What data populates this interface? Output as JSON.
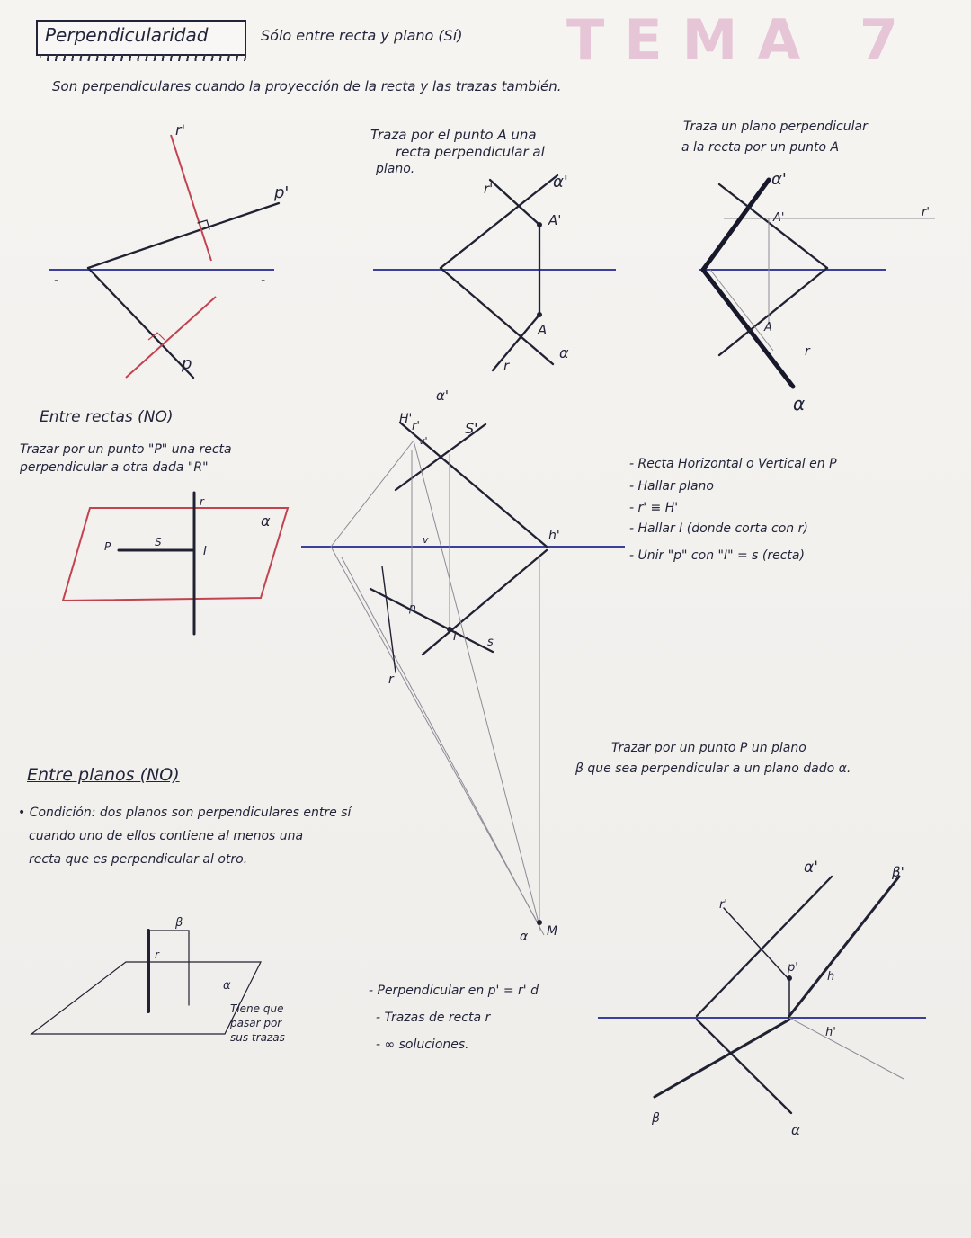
{
  "title": "Perpendicularidad",
  "watermark": "TEMA 7",
  "header_note": "Sólo entre recta y plano (Sí)",
  "intro": "Son perpendiculares cuando la proyección de la recta y las trazas también.",
  "top_middle": {
    "line1": "Traza por el punto A una",
    "line2": "recta perpendicular al",
    "line3": "plano."
  },
  "top_right": {
    "line1": "Traza un plano perpendicular",
    "line2": "a la recta por un punto A"
  },
  "rectas": {
    "heading": "Entre rectas (NO)",
    "line1": "Trazar por un punto \"P\" una recta",
    "line2": "perpendicular a otra dada \"R\""
  },
  "steps": [
    "- Recta Horizontal o Vertical en P",
    "- Hallar plano",
    "- r' ≡ H'",
    "- Hallar I (donde corta con r)",
    "- Unir \"p\" con \"I\" = s (recta)"
  ],
  "planos": {
    "heading": "Entre planos (NO)",
    "line1": "• Condición: dos planos son perpendiculares entre sí",
    "line2": "cuando uno de ellos contiene al menos una",
    "line3": "recta que es perpendicular al otro."
  },
  "bottom_right": {
    "line1": "Trazar por un punto P un plano",
    "line2": "β que sea perpendicular a un plano dado α."
  },
  "tiene": {
    "line1": "Tiene que",
    "line2": "pasar por",
    "line3": "sus trazas"
  },
  "perp_list": [
    "- Perpendicular en p' = r' d",
    "- Trazas de recta r",
    "- ∞ soluciones."
  ],
  "labels": {
    "r_prime": "r'",
    "p_prime": "p'",
    "p": "p",
    "r": "r",
    "alpha_prime": "α'",
    "alpha": "α",
    "A_prime": "A'",
    "A": "A",
    "H_prime": "H'",
    "S_prime": "S'",
    "v_prime": "v'",
    "v": "v",
    "h_prime": "h'",
    "h": "h",
    "s": "s",
    "I": "I",
    "P": "P",
    "S": "S",
    "M": "M",
    "beta": "β",
    "beta_prime": "β'",
    "p_label": "p"
  },
  "colors": {
    "ink": "#202233",
    "red": "#c2434f",
    "blue": "#3c3f9c",
    "watermark": "#d696be"
  }
}
